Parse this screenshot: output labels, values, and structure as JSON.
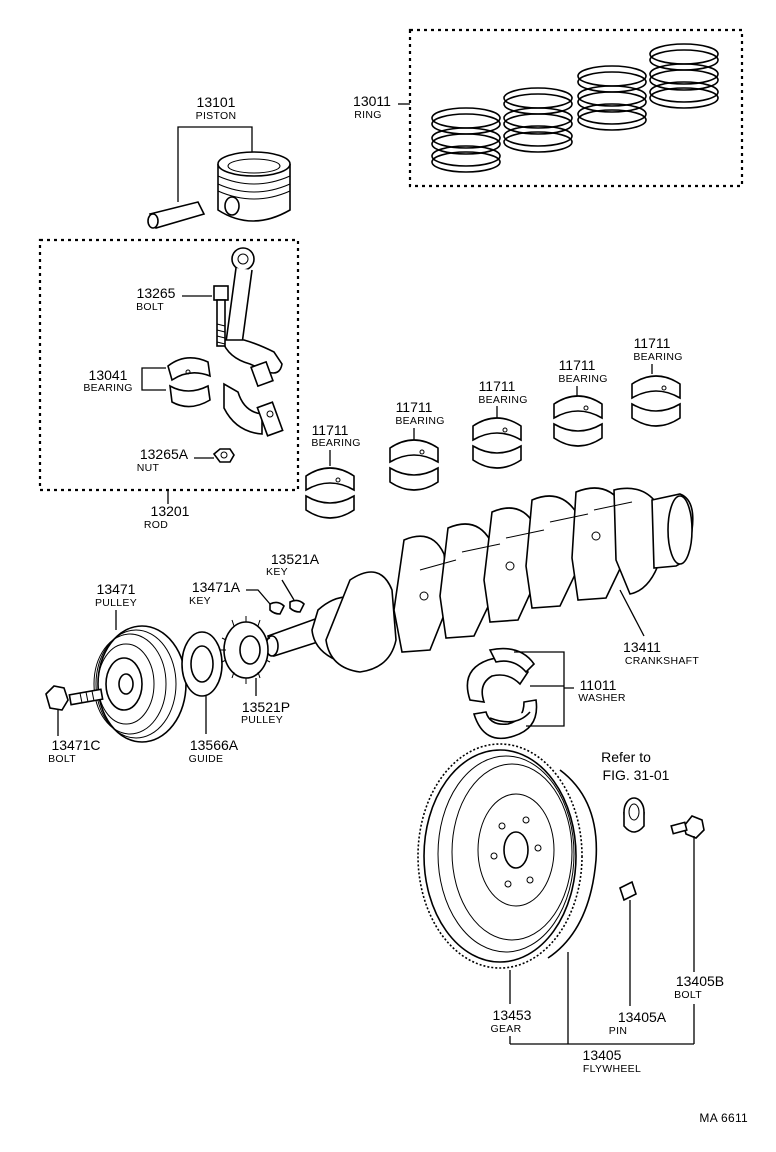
{
  "callouts": {
    "piston": {
      "number": "13101",
      "name": "PISTON"
    },
    "ring": {
      "number": "13011",
      "name": "RING"
    },
    "rod_bolt": {
      "number": "13265",
      "name": "BOLT"
    },
    "rod_bearing": {
      "number": "13041",
      "name": "BEARING"
    },
    "rod_nut": {
      "number": "13265A",
      "name": "NUT"
    },
    "rod": {
      "number": "13201",
      "name": "ROD"
    },
    "main_bearing_1": {
      "number": "11711",
      "name": "BEARING"
    },
    "main_bearing_2": {
      "number": "11711",
      "name": "BEARING"
    },
    "main_bearing_3": {
      "number": "11711",
      "name": "BEARING"
    },
    "main_bearing_4": {
      "number": "11711",
      "name": "BEARING"
    },
    "main_bearing_5": {
      "number": "11711",
      "name": "BEARING"
    },
    "crank_key": {
      "number": "13521A",
      "name": "KEY"
    },
    "pulley_key": {
      "number": "13471A",
      "name": "KEY"
    },
    "crank_pulley": {
      "number": "13471",
      "name": "PULLEY"
    },
    "crankshaft": {
      "number": "13411",
      "name": "CRANKSHAFT"
    },
    "thrust_washer": {
      "number": "11011",
      "name": "WASHER"
    },
    "pulley_bolt": {
      "number": "13471C",
      "name": "BOLT"
    },
    "timing_guide": {
      "number": "13566A",
      "name": "GUIDE"
    },
    "timing_pulley": {
      "number": "13521P",
      "name": "PULLEY"
    },
    "ring_gear": {
      "number": "13453",
      "name": "GEAR"
    },
    "flywheel_pin": {
      "number": "13405A",
      "name": "PIN"
    },
    "flywheel_bolt": {
      "number": "13405B",
      "name": "BOLT"
    },
    "flywheel": {
      "number": "13405",
      "name": "FLYWHEEL"
    }
  },
  "reference": {
    "line1": "Refer to",
    "line2": "FIG. 31-01"
  },
  "figure_code": "MA 6611"
}
